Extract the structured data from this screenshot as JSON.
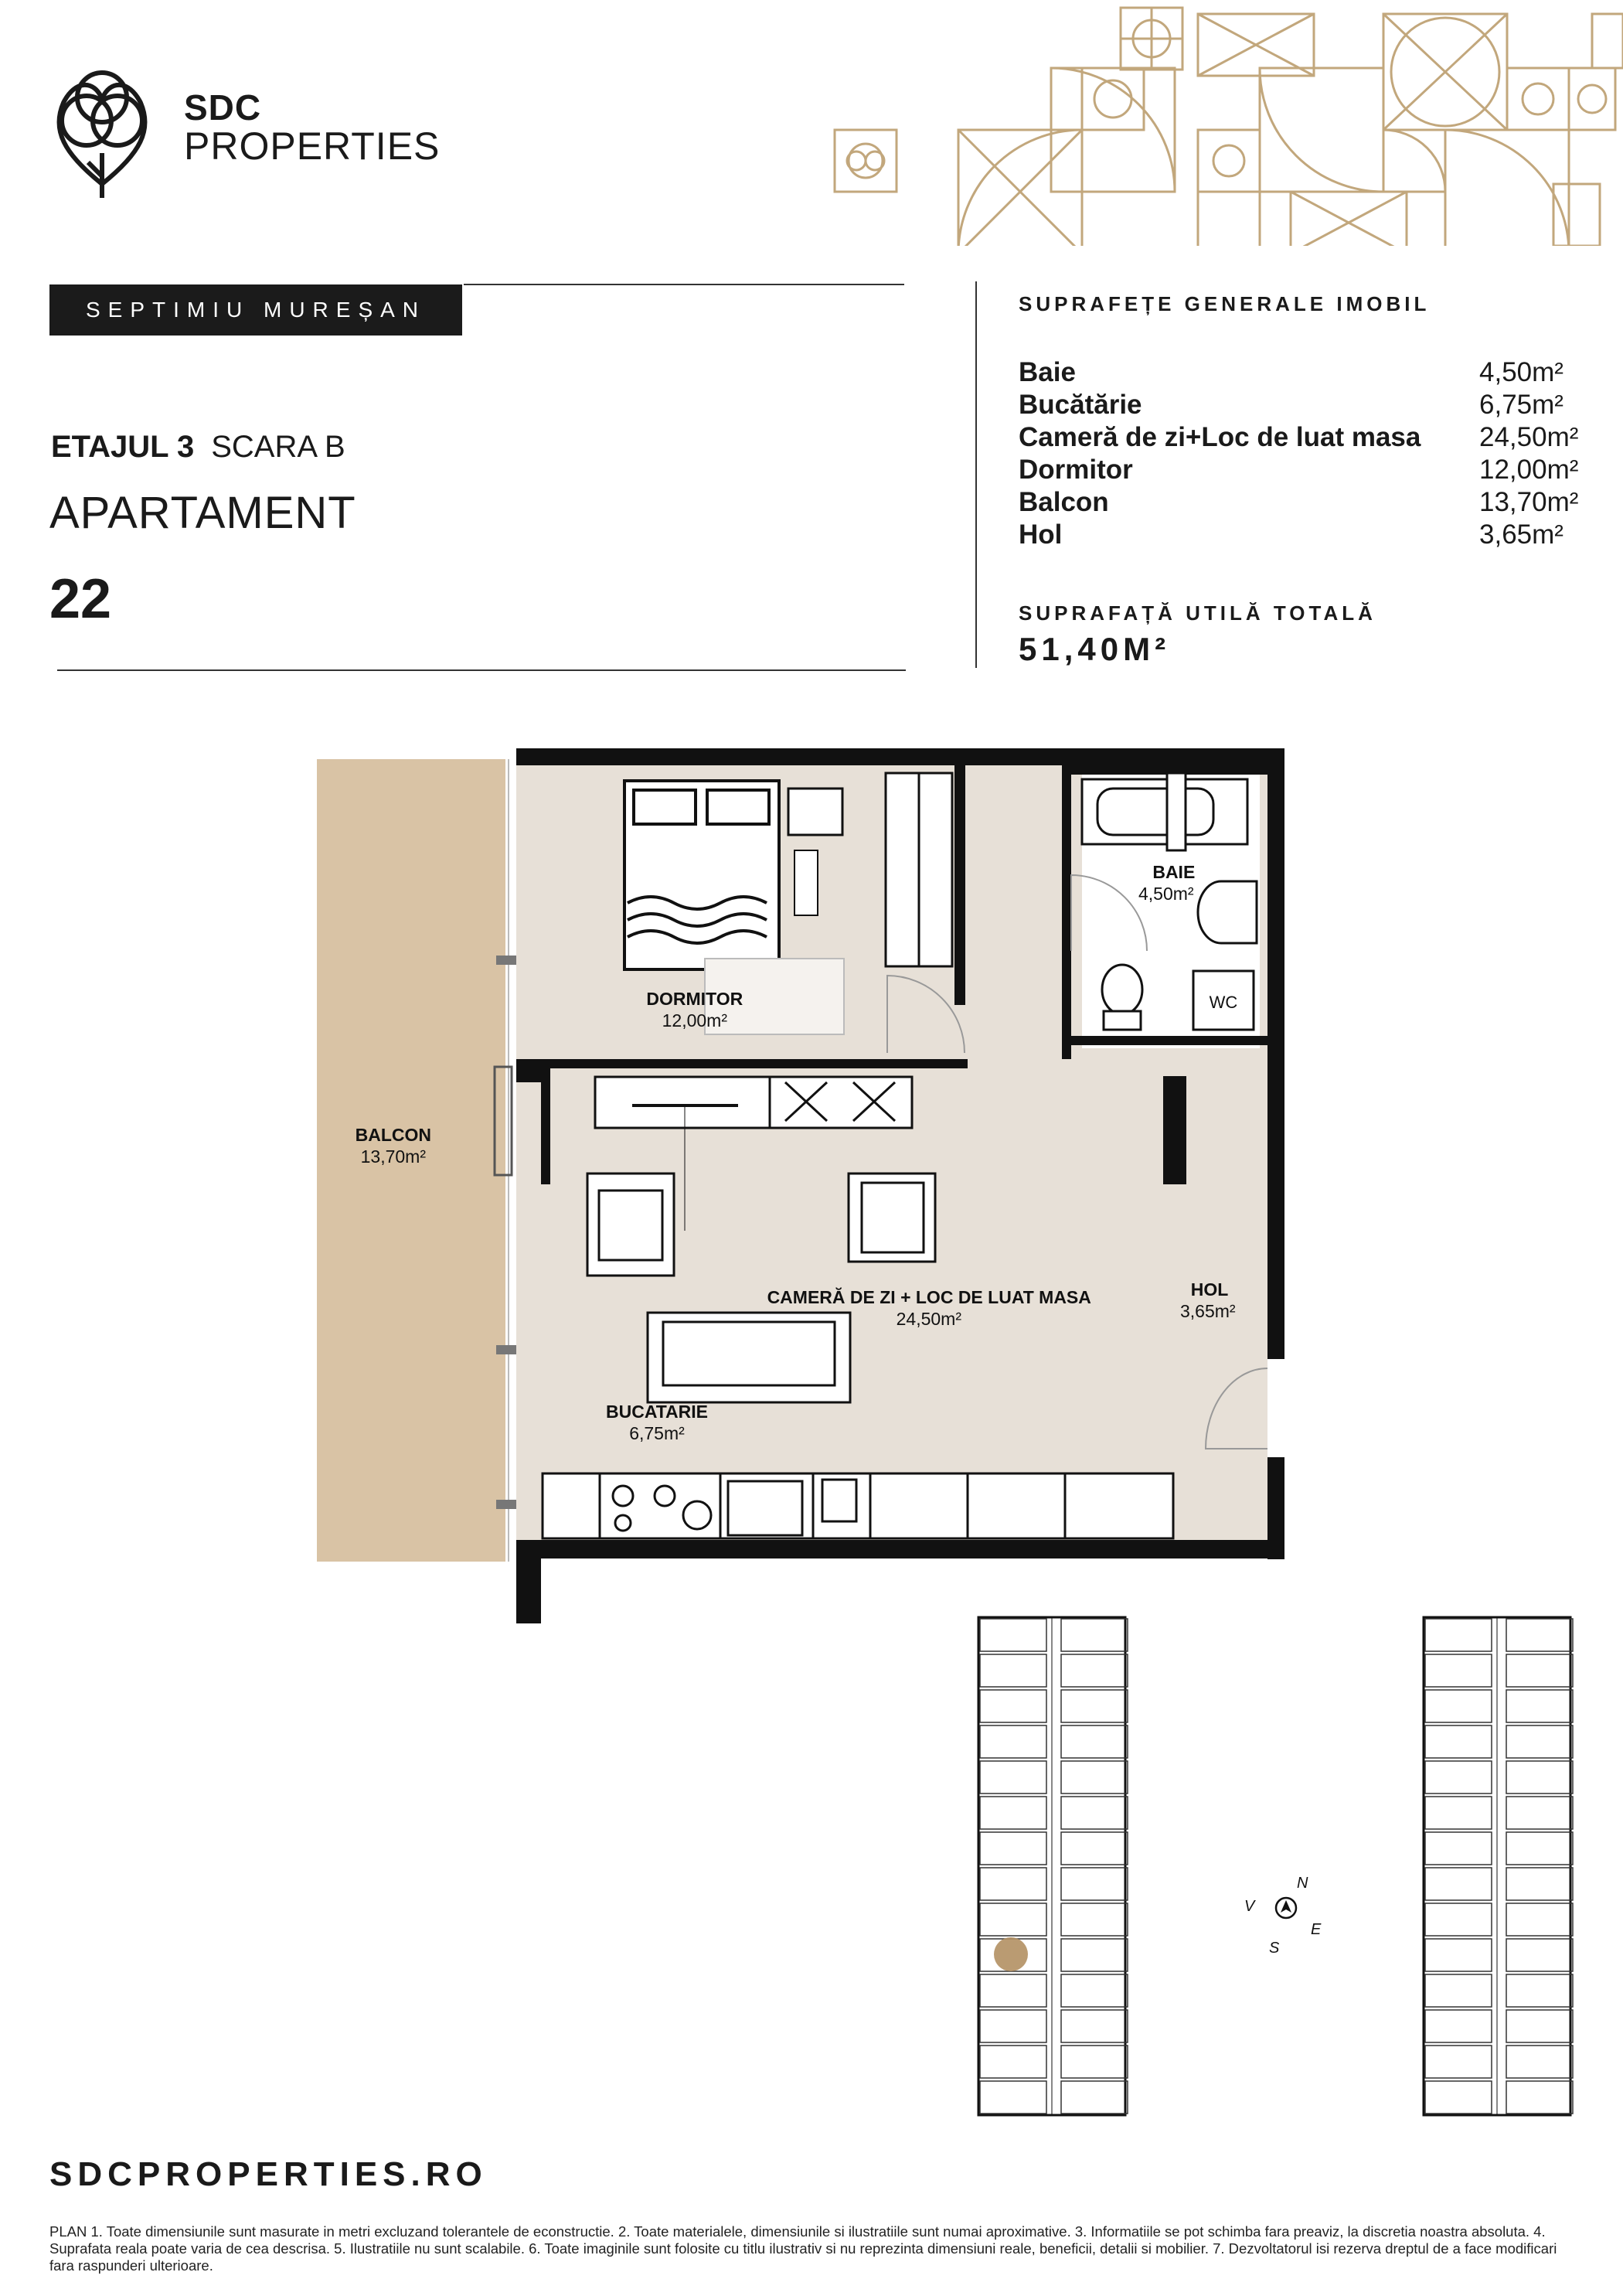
{
  "brand": {
    "name_line1": "SDC",
    "name_line2": "PROPERTIES",
    "colors": {
      "gold": "#c2a77c",
      "balcony": "#d9c3a5",
      "floor": "#e7e0d7",
      "wall": "#111111",
      "dark": "#1b1b1b"
    }
  },
  "project": {
    "name": "SEPTIMIU MUREȘAN"
  },
  "apartment": {
    "floor_label": "ETAJUL 3",
    "stair_label": "SCARA B",
    "type_label": "APARTAMENT",
    "number": "22"
  },
  "areas": {
    "title": "SUPRAFEȚE GENERALE IMOBIL",
    "rows": [
      {
        "name": "Baie",
        "value": "4,50m²"
      },
      {
        "name": "Bucătărie",
        "value": "6,75m²"
      },
      {
        "name": "Cameră de zi+Loc de luat masa",
        "value": "24,50m²"
      },
      {
        "name": "Dormitor",
        "value": "12,00m²"
      },
      {
        "name": "Balcon",
        "value": "13,70m²"
      },
      {
        "name": "Hol",
        "value": "3,65m²"
      }
    ],
    "total_title": "SUPRAFAȚĂ UTILĂ TOTALĂ",
    "total_value": "51,40M²"
  },
  "plan": {
    "rooms": {
      "balcon": {
        "name": "BALCON",
        "area": "13,70m²"
      },
      "dormitor": {
        "name": "DORMITOR",
        "area": "12,00m²"
      },
      "baie": {
        "name": "BAIE",
        "area": "4,50m²"
      },
      "living": {
        "name": "CAMERĂ DE ZI + LOC DE LUAT MASA",
        "area": "24,50m²"
      },
      "hol": {
        "name": "HOL",
        "area": "3,65m²"
      },
      "bucatarie": {
        "name": "BUCATARIE",
        "area": "6,75m²"
      }
    },
    "appliance_label": "WC",
    "icons": [
      "bed-icon",
      "wardrobe-icon",
      "bathtub-icon",
      "sink-icon",
      "toilet-icon",
      "washing-machine-icon",
      "sofa-icon",
      "armchair-icon",
      "tv-unit-icon",
      "kitchen-counter-icon",
      "hob-icon"
    ]
  },
  "compass": {
    "n": "N",
    "e": "E",
    "s": "S",
    "v": "V"
  },
  "footer": {
    "website": "SDCPROPERTIES.RO",
    "disclaimer": "PLAN 1. Toate dimensiunile sunt masurate in metri excluzand tolerantele de econstructie. 2. Toate materialele, dimensiunile si ilustratiile sunt numai aproximative. 3. Informatiile se pot schimba fara preaviz, la discretia noastra absoluta. 4. Suprafata reala poate varia de cea descrisa. 5. Ilustratiile nu sunt scalabile. 6. Toate imaginile sunt folosite cu titlu ilustrativ si nu reprezinta dimensiuni reale, beneficii, detalii si mobilier. 7. Dezvoltatorul isi rezerva dreptul de a face modificari fara raspunderi ulterioare."
  }
}
